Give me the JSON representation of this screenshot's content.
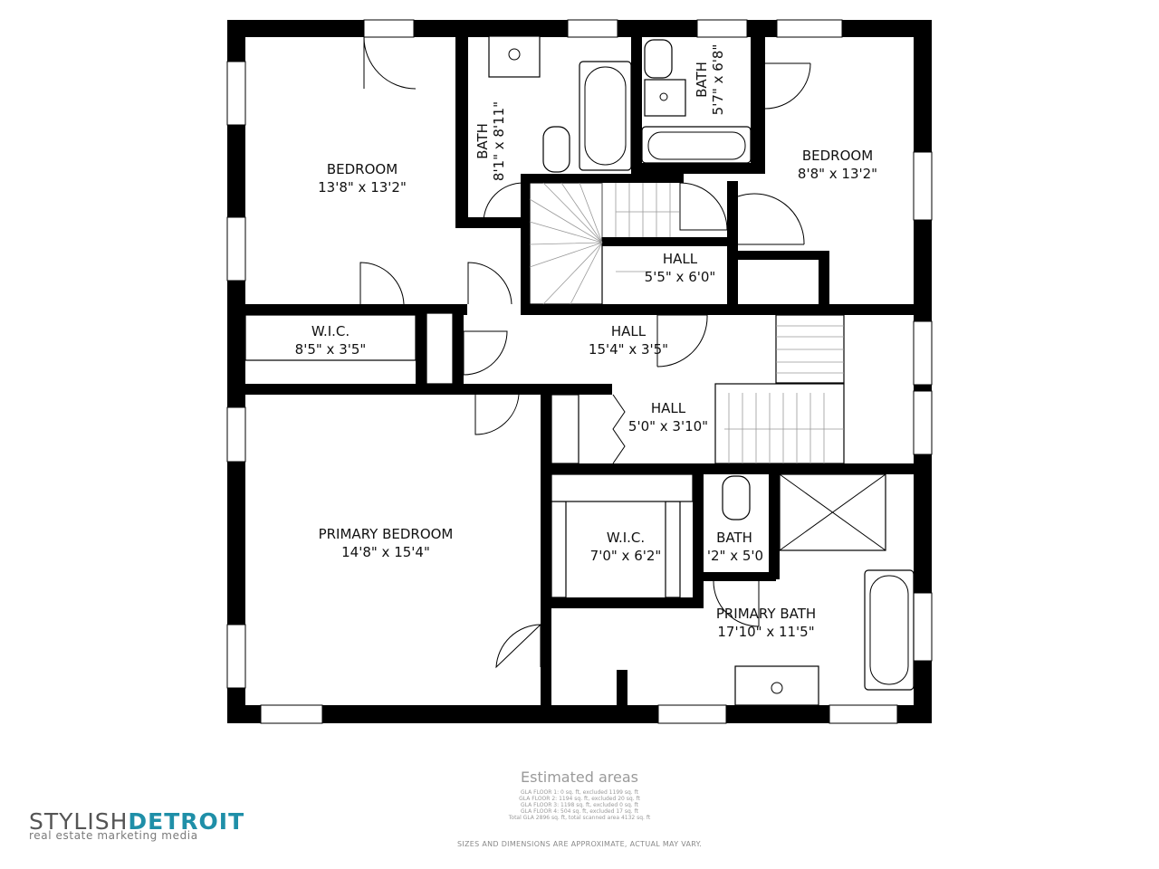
{
  "rooms": [
    {
      "name": "BEDROOM",
      "dims": "13'8\" x 13'2\""
    },
    {
      "name": "BATH",
      "dims": "8'1\" x 8'11\""
    },
    {
      "name": "BATH",
      "dims": "5'7\" x 6'8\""
    },
    {
      "name": "BEDROOM",
      "dims": "8'8\" x 13'2\""
    },
    {
      "name": "HALL",
      "dims": "5'5\" x 6'0\""
    },
    {
      "name": "W.I.C.",
      "dims": "8'5\" x 3'5\""
    },
    {
      "name": "HALL",
      "dims": "15'4\" x 3'5\""
    },
    {
      "name": "HALL",
      "dims": "5'0\" x 3'10\""
    },
    {
      "name": "PRIMARY BEDROOM",
      "dims": "14'8\" x 15'4\""
    },
    {
      "name": "W.I.C.",
      "dims": "7'0\" x 6'2\""
    },
    {
      "name": "BATH",
      "dims": "'2\" x 5'0"
    },
    {
      "name": "PRIMARY BATH",
      "dims": "17'10\" x 11'5\""
    }
  ],
  "estimated_areas": {
    "title": "Estimated areas",
    "lines": [
      "GLA FLOOR 1: 0 sq. ft, excluded 1199 sq. ft",
      "GLA FLOOR 2: 1194 sq. ft, excluded 20 sq. ft",
      "GLA FLOOR 3: 1198 sq. ft, excluded 0 sq. ft",
      "GLA FLOOR 4: 504 sq. ft, excluded 17 sq. ft",
      "Total GLA 2896 sq. ft, total scanned area 4132 sq. ft"
    ]
  },
  "disclaimer": "SIZES AND DIMENSIONS ARE APPROXIMATE, ACTUAL MAY VARY.",
  "logo": {
    "part1": "STYLISH",
    "part2": "DETROIT",
    "tagline": "real estate marketing media",
    "accent_color": "#1f8fa8"
  }
}
